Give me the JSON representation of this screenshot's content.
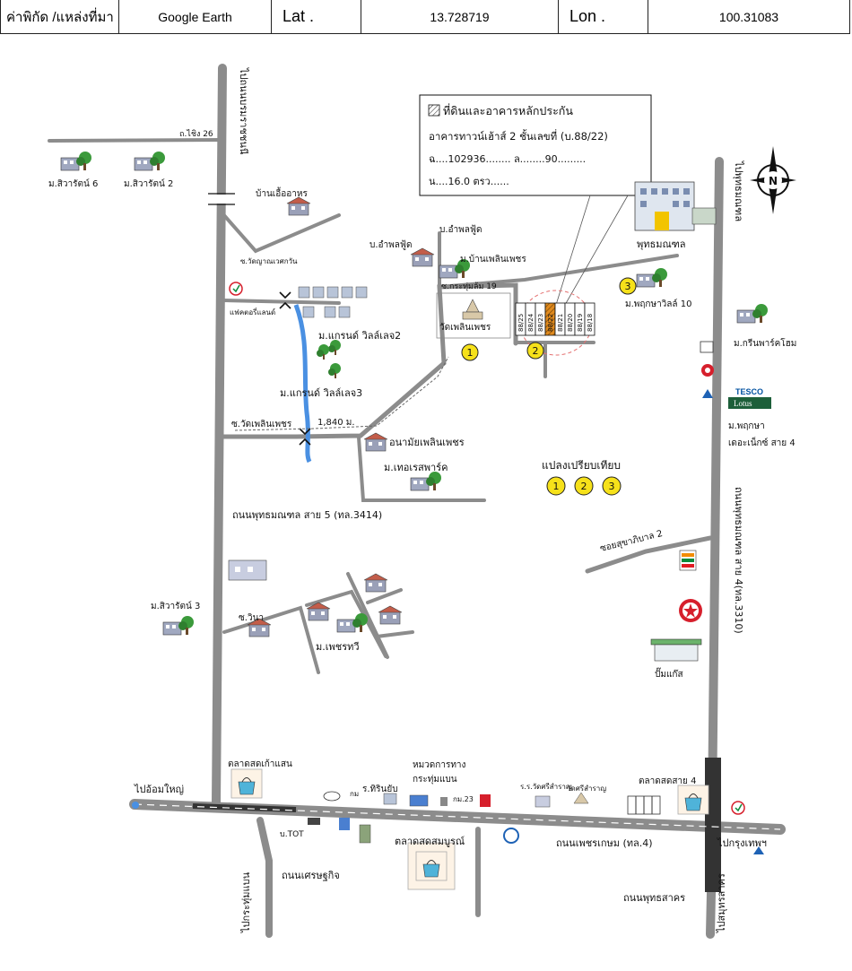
{
  "header": {
    "label": "ค่าพิกัด /แหล่งที่มา",
    "source": "Google Earth",
    "lat_label": "Lat .",
    "lat_value": "13.728719",
    "lon_label": "Lon .",
    "lon_value": "100.31083"
  },
  "legend": {
    "line1": "ที่ดินและอาคารหลักประกัน",
    "line2": "อาคารทาวน์เฮ้าส์  2 ชั้นเลขที่ (บ.88/22)",
    "line3": "ฉ....102936........  ล........90.........",
    "line4": "น....16.0 ตรว......"
  },
  "compass": {
    "north": "N"
  },
  "roads": {
    "left_road_top": "ไปถนนบรมราชชนนี",
    "left_road": "ถนนพุทธมณฑล สาย 5 (ทล.3414)",
    "right_road_top": "ไปพุทธมณฑล",
    "right_road": "ถนนพุทธมณฑล สาย 4(ทล.3310)",
    "bottom_left": "ไปอ้อมใหญ่",
    "bottom_right": "ไปกรุงเทพฯ",
    "main_road": "ถนนเพชรเกษม (ทล.4)",
    "soi_26": "ถ.ไชิง 26",
    "soi_wat": "ซ.วัดญาณเวศกวัน",
    "soi_krathum": "ซ.กระทุ่มล้ม 19",
    "soi_phoen": "ซ.วัดเพลินเพชร",
    "soi_supha": "ซอยสุขาภิบาล 2",
    "soi_wina": "ซ.วินา",
    "sethakit": "ถนนเศรษฐกิจ",
    "krathum_baen": "ไปกระทุ่มแบน",
    "phutthasakhon": "ถนนพุทธสาคร",
    "samut_sakhon": "ไปสมุทรสาคร",
    "distance": "1,840 ม."
  },
  "places": {
    "siwarat6": "ม.สิวารัตน์ 6",
    "siwarat2": "ม.สิวารัตน์ 2",
    "siwarat3": "ม.สิวารัตน์ 3",
    "ban_aroi": "บ้านเอื้ออาหร",
    "aphon_food1": "บ.อำพลฟู้ด",
    "aphon_food2": "บ.อำพลฟู้ด",
    "ban_phoen": "ม.บ้านเพลินเพชร",
    "wat_phoen": "วัดเพลินเพชร",
    "grand_villa2": "ม.แกรนด์ วิลล์เลจ2",
    "grand_villa3": "ม.แกรนด์ วิลล์เลจ3",
    "factory": "แฟคตอรี่แลนด์",
    "anamai": "อนามัยเพลินเพชร",
    "terrace": "ม.เทอเรสพาร์ค",
    "phutthamonthon": "พุทธมณฑล",
    "phrueksa10": "ม.พฤกษาวิลล์ 10",
    "green_park": "ม.กรีนพาร์คโฮม",
    "tesco": "TESCO",
    "lotus": "Lotus",
    "phrueksa_a": "ม.พฤกษา",
    "phrueksa_b": "เดอะเน็กซ์ สาย 4",
    "compare": "แปลงเปรียบเทียบ",
    "phetcharawi": "ม.เพชรทวี",
    "gas": "ปั๊มแก๊ส",
    "market_kaosaen": "ตลาดสดเก้าแสน",
    "market_sombun": "ตลาดสดสมบูรณ์",
    "market_sai4": "ตลาดสดสาย 4",
    "highway_dept1": "หมวดการทาง",
    "highway_dept2": "กระทุ่มแบน",
    "tirin": "ร.ทิรินยับ",
    "km23": "กม.23",
    "km": "กม",
    "wat_sri": "ร.ร.วัดศรีสำราญ",
    "wat_sri2": "วัดศรีสำราญ",
    "tot": "บ.TOT",
    "plot_numbers": [
      "88/25",
      "88/24",
      "88/23",
      "88/22",
      "88/21",
      "88/20",
      "88/19",
      "88/18"
    ]
  },
  "markers": {
    "m1": "1",
    "m2": "2",
    "m3": "3",
    "c1": "1",
    "c2": "2",
    "c3": "3"
  },
  "colors": {
    "road": "#8c8c8c",
    "marker": "#f6e11a",
    "water": "#4a90e2",
    "subject": "#e08a1e",
    "dashed": "#e47070"
  }
}
